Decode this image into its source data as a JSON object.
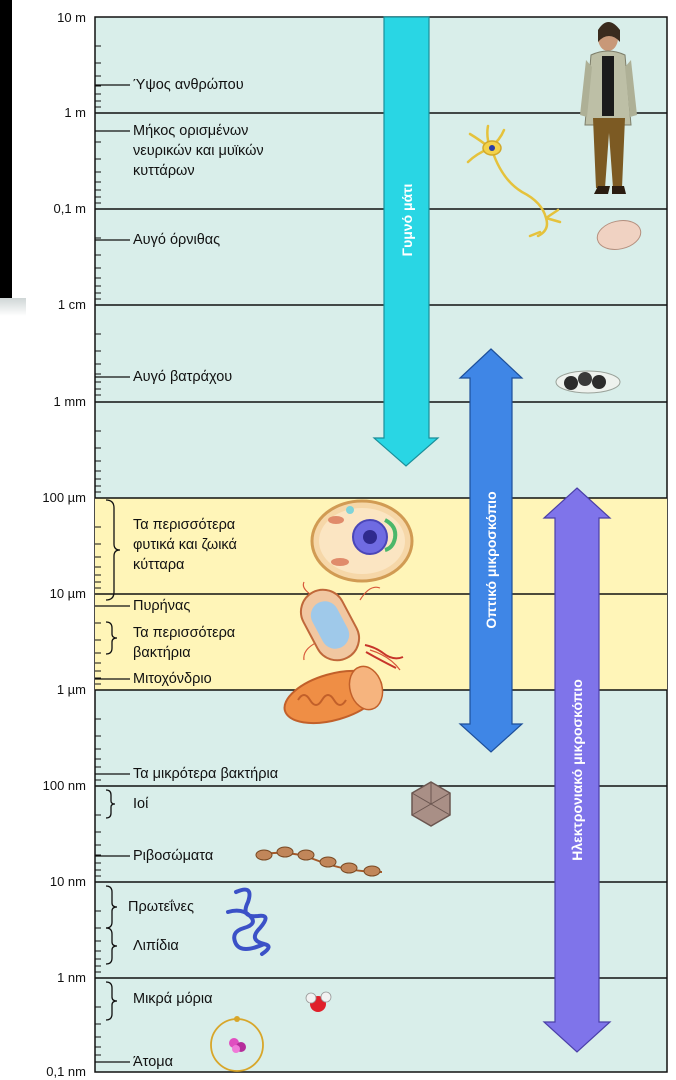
{
  "scale_labels": [
    "10 m",
    "1 m",
    "0,1 m",
    "1 cm",
    "1 mm",
    "100 µm",
    "10 µm",
    "1 µm",
    "100 nm",
    "10 nm",
    "1 nm",
    "0,1 nm"
  ],
  "item_labels": {
    "human_height": "Ύψος ανθρώπου",
    "nerve_muscle_1": "Μήκος ορισμένων",
    "nerve_muscle_2": "νευρικών και μυϊκών",
    "nerve_muscle_3": "κυττάρων",
    "bird_egg": "Αυγό όρνιθας",
    "frog_egg": "Αυγό βατράχου",
    "most_cells_1": "Τα περισσότερα",
    "most_cells_2": "φυτικά και ζωικά",
    "most_cells_3": "κύτταρα",
    "nucleus": "Πυρήνας",
    "most_bacteria_1": "Τα περισσότερα",
    "most_bacteria_2": "βακτήρια",
    "mitochondrion": "Μιτοχόνδριο",
    "smallest_bacteria": "Τα μικρότερα βακτήρια",
    "viruses": "Ιοί",
    "ribosomes": "Ριβοσώματα",
    "proteins": "Πρωτεΐνες",
    "lipids": "Λιπίδια",
    "small_molecules": "Μικρά μόρια",
    "atoms": "Άτομα"
  },
  "arrows": {
    "naked_eye": "Γυμνό μάτι",
    "light_microscope": "Οπτικό μικροσκόπιο",
    "electron_microscope": "Ηλεκτρονιακό μικροσκόπιο"
  },
  "colors": {
    "background": "#d9eeea",
    "cell_band": "#fff5b8",
    "naked_eye_arrow": "#29d6e4",
    "light_arrow": "#3f86e6",
    "electron_arrow": "#7f74ea"
  }
}
